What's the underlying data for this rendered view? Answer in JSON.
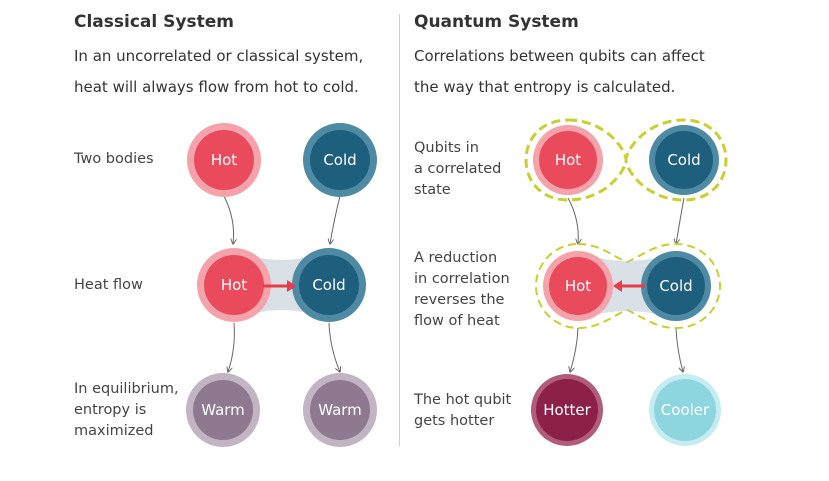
{
  "classical": {
    "title": "Classical System",
    "intro_line1": "In an uncorrelated or classical system,",
    "intro_line2": "heat will always flow from hot to cold.",
    "labels": {
      "two_bodies": "Two bodies",
      "heat_flow": "Heat flow",
      "equilibrium_line1": "In equilibrium,",
      "equilibrium_line2": "entropy is",
      "equilibrium_line3": "maximized"
    },
    "nodes": {
      "hot": "Hot",
      "cold": "Cold",
      "flow_hot": "Hot",
      "flow_cold": "Cold",
      "warm_left": "Warm",
      "warm_right": "Warm"
    }
  },
  "quantum": {
    "title": "Quantum System",
    "intro_line1": "Correlations between qubits can affect",
    "intro_line2": "the way that entropy is calculated.",
    "labels": {
      "correlated_line1": "Qubits in",
      "correlated_line2": "a correlated",
      "correlated_line3": "state",
      "reduction_line1": "A reduction",
      "reduction_line2": "in correlation",
      "reduction_line3": "reverses the",
      "reduction_line4": "flow of heat",
      "hotter_line1": "The hot qubit",
      "hotter_line2": "gets hotter"
    },
    "nodes": {
      "hot": "Hot",
      "cold": "Cold",
      "flow_hot": "Hot",
      "flow_cold": "Cold",
      "hotter": "Hotter",
      "cooler": "Cooler"
    }
  },
  "colors": {
    "hot": "#e94b5c",
    "hot_ring": "#f5a3ab",
    "cold": "#1e5f7e",
    "cold_ring": "#4f8aa4",
    "warm": "#8f7990",
    "warm_ring": "#c2b4c3",
    "hotter": "#8d2049",
    "hotter_ring": "#b05d7c",
    "cooler": "#8ed6df",
    "cooler_ring": "#c5ecf0",
    "correlation": "#c8cf2f",
    "arrow": "#e63c4e",
    "connector": "#666666"
  }
}
